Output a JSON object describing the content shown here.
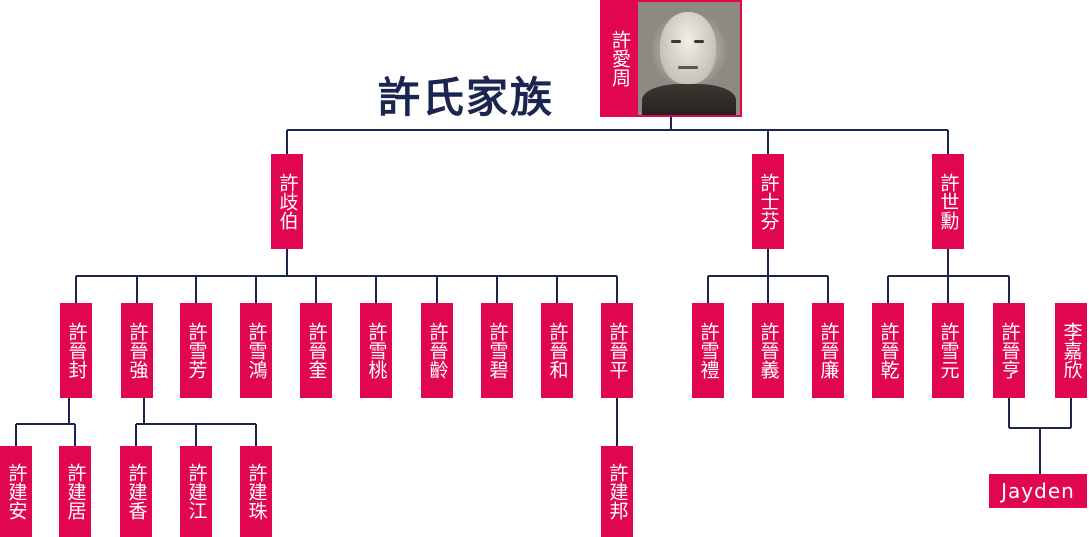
{
  "title": "許氏家族",
  "colors": {
    "node_bg": "#e0064f",
    "node_text": "#ffffff",
    "line": "#1a2550",
    "title": "#1a2550"
  },
  "root": {
    "name": "許愛周",
    "photo_icon": "portrait-photo"
  },
  "generation2": [
    {
      "name": "許歧伯"
    },
    {
      "name": "許士芬"
    },
    {
      "name": "許世勳"
    }
  ],
  "generation3": [
    {
      "name": "許晉封"
    },
    {
      "name": "許晉強"
    },
    {
      "name": "許雪芳"
    },
    {
      "name": "許雪鴻"
    },
    {
      "name": "許晉奎"
    },
    {
      "name": "許雪桃"
    },
    {
      "name": "許晉齡"
    },
    {
      "name": "許雪碧"
    },
    {
      "name": "許晉和"
    },
    {
      "name": "許晉平"
    },
    {
      "name": "許雪禮"
    },
    {
      "name": "許晉義"
    },
    {
      "name": "許晉廉"
    },
    {
      "name": "許晉乾"
    },
    {
      "name": "許雪元"
    },
    {
      "name": "許晉亨"
    },
    {
      "name": "李嘉欣"
    }
  ],
  "generation4": [
    {
      "name": "許建安"
    },
    {
      "name": "許建居"
    },
    {
      "name": "許建香"
    },
    {
      "name": "許建江"
    },
    {
      "name": "許建珠"
    },
    {
      "name": "許建邦"
    },
    {
      "name": "Jayden"
    }
  ]
}
